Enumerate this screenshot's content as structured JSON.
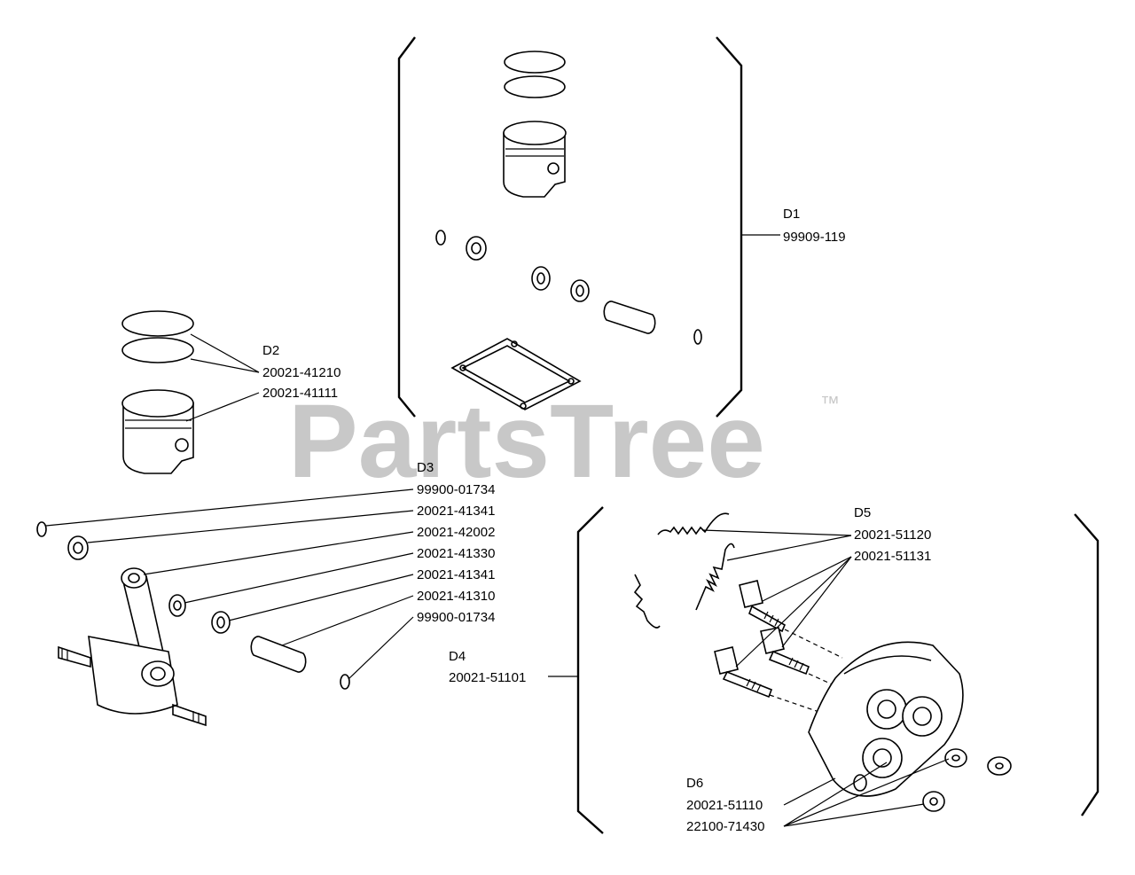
{
  "watermark": {
    "text": "PartsTree",
    "trademark": "™"
  },
  "groups": {
    "d1": {
      "ref": "D1",
      "part": "99909-119"
    },
    "d2": {
      "ref": "D2",
      "parts": [
        "20021-41210",
        "20021-41111"
      ]
    },
    "d3": {
      "ref": "D3",
      "parts": [
        "99900-01734",
        "20021-41341",
        "20021-42002",
        "20021-41330",
        "20021-41341",
        "20021-41310",
        "99900-01734"
      ]
    },
    "d4": {
      "ref": "D4",
      "part": "20021-51101"
    },
    "d5": {
      "ref": "D5",
      "parts": [
        "20021-51120",
        "20021-51131"
      ]
    },
    "d6": {
      "ref": "D6",
      "parts": [
        "20021-51110",
        "22100-71430"
      ]
    }
  }
}
